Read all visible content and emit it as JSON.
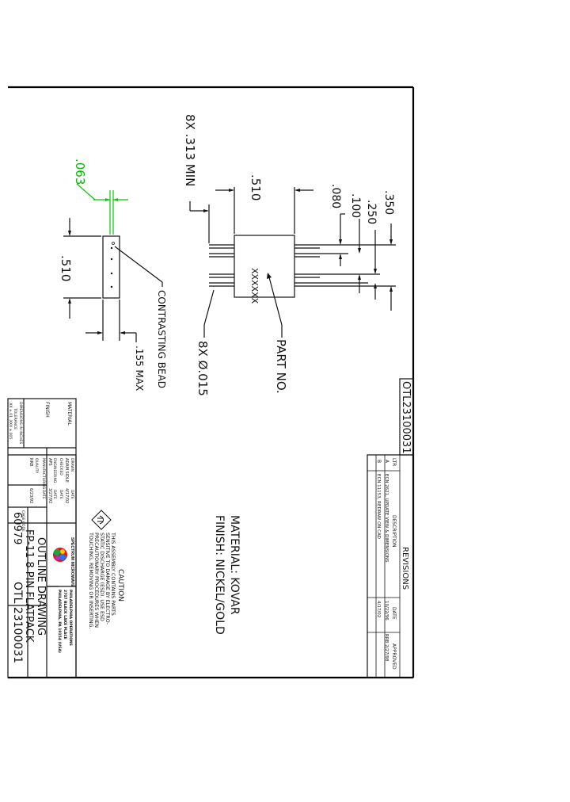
{
  "drawing_number_top": "OTL23100031",
  "revisions": {
    "title": "REVISIONS",
    "headers": [
      "LTR",
      "DESCRIPTION",
      "DATE",
      "APPROVED"
    ],
    "rows": [
      {
        "ltr": "A",
        "desc": "ECN 2621, UPDATE VIEW & DIMENSIONS",
        "date": "10/22/96",
        "appr": "RRB 2/27/98"
      },
      {
        "ltr": "B",
        "desc": "ECN 11153, REDRAW ON CAD",
        "date": "4/17/02",
        "appr": ""
      }
    ]
  },
  "notes": {
    "material": "MATERIAL: KOVAR",
    "finish": "FINISH: NICKEL/GOLD"
  },
  "dims": {
    "d063": ".063",
    "d510_side": ".510",
    "d155": ".155 MAX",
    "contrasting_bead": "CONTRASTING BEAD",
    "leads_min": "8X .313 MIN",
    "d510_top": ".510",
    "d080": ".080",
    "d100": ".100",
    "d250": ".250",
    "d350": ".350",
    "part_mark": "XXXXXX",
    "part_no": "PART NO.",
    "lead_dia": "8X Ø.015"
  },
  "caution": {
    "title": "CAUTION",
    "lines": [
      "THIS ASSEMBLY CONTAINS PARTS",
      "SENSITIVE TO DAMAGE BY ELECTRO-",
      "STATIC DISCHARGE (ESD). USE ESD",
      "PRECAUTIONARY PROCEDURES WHEN",
      "TOUCHING, REMOVING OR INSERTING."
    ]
  },
  "title_block": {
    "material_label": "MATERIAL",
    "finish_label": "FINISH",
    "drawn_label": "DRAWN",
    "drawn_by": "ADAM SIDLE",
    "drawn_date": "4/17/02",
    "checked_label": "CHECKED",
    "engineering_label": "ENGINEERING",
    "engineering_by": "APS",
    "engineering_date": "3/27/92",
    "manufacturing_label": "MANUFACTURING",
    "quality_label": "QUALITY",
    "quality_by": "RRB",
    "quality_date": "6/23/92",
    "date_label": "DATE",
    "company_name": "SPECTRUM MICROWAVE",
    "division": "PHILADELPHIA OPERATIONS",
    "address1": "2707 BLACK LAKE PLACE",
    "address2": "PHILADELPHIA, PA 19154 (USA)",
    "title1": "OUTLINE DRAWING",
    "title2": "FP-11 8 PIN FLATPACK",
    "cage_code": "60979",
    "doc_number": "OTL 23100031",
    "dimensions_note": "DIMENSIONS IN INCHES",
    "tolerance_note": "TOLERANCE",
    "tolerance_vals": ".XX ±.01   .XXX ±.005",
    "cage_label": "CAGE CODE",
    "scale_label": "SCALE NONE"
  }
}
